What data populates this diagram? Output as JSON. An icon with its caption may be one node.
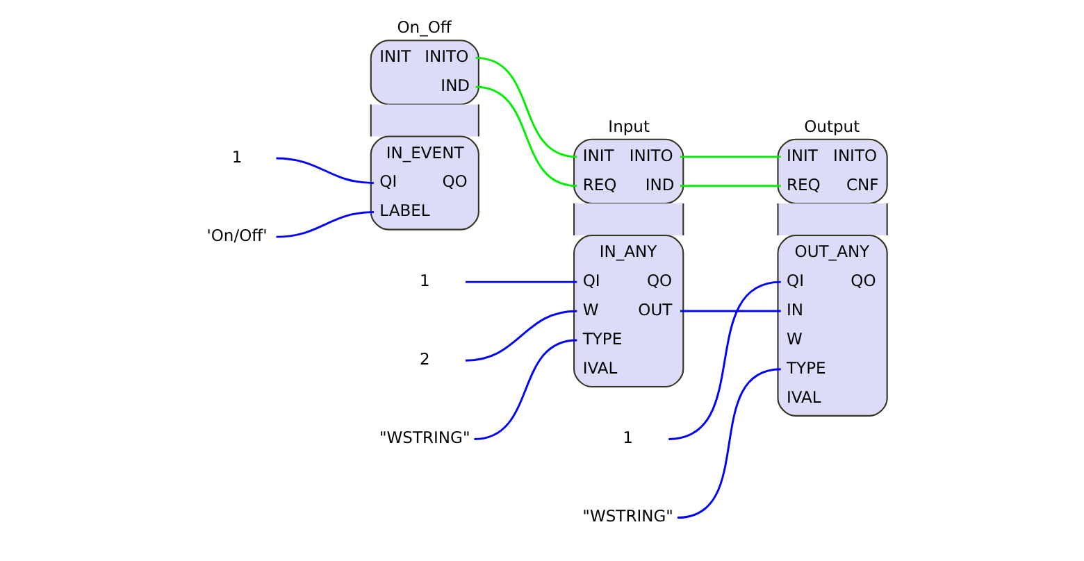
{
  "diagram": {
    "nodes": [
      {
        "text": [
          "On_Off",
          "INIT",
          "INITO",
          "IND",
          "IN_EVENT",
          "QI",
          "QO",
          "LABEL"
        ]
      },
      {
        "text": [
          "Input",
          "INIT",
          "INITO",
          "REQ",
          "IND",
          "IN_ANY",
          "QI",
          "QO",
          "W",
          "OUT",
          "TYPE",
          "IVAL"
        ]
      },
      {
        "text": [
          "Output",
          "INIT",
          "INITO",
          "REQ",
          "CNF",
          "OUT_ANY",
          "QI",
          "QO",
          "IN",
          "W",
          "TYPE",
          "IVAL"
        ]
      },
      {
        "text": [
          "1"
        ]
      },
      {
        "text": [
          "'On/Off'"
        ]
      },
      {
        "text": [
          "1"
        ]
      },
      {
        "text": [
          "2"
        ]
      },
      {
        "text": [
          "\"WSTRING\""
        ]
      },
      {
        "text": [
          "1"
        ]
      },
      {
        "text": [
          "\"WSTRING\""
        ]
      }
    ],
    "edges": [
      {
        "from": 0,
        "to": 1,
        "arrow": "none",
        "color": "#00ee00"
      },
      {
        "from": 0,
        "to": 1,
        "arrow": "none",
        "color": "#00ee00"
      },
      {
        "from": 1,
        "to": 2,
        "arrow": "none",
        "color": "#00ee00"
      },
      {
        "from": 1,
        "to": 2,
        "arrow": "none",
        "color": "#00ee00"
      },
      {
        "from": 1,
        "to": 2,
        "arrow": "none"
      },
      {
        "from": 3,
        "to": 0,
        "arrow": "none"
      },
      {
        "from": 4,
        "to": 0,
        "arrow": "none"
      },
      {
        "from": 5,
        "to": 1,
        "arrow": "none"
      },
      {
        "from": 6,
        "to": 1,
        "arrow": "none"
      },
      {
        "from": 7,
        "to": 1,
        "arrow": "none"
      },
      {
        "from": 8,
        "to": 2,
        "arrow": "none"
      },
      {
        "from": 9,
        "to": 2,
        "arrow": "none"
      }
    ]
  }
}
